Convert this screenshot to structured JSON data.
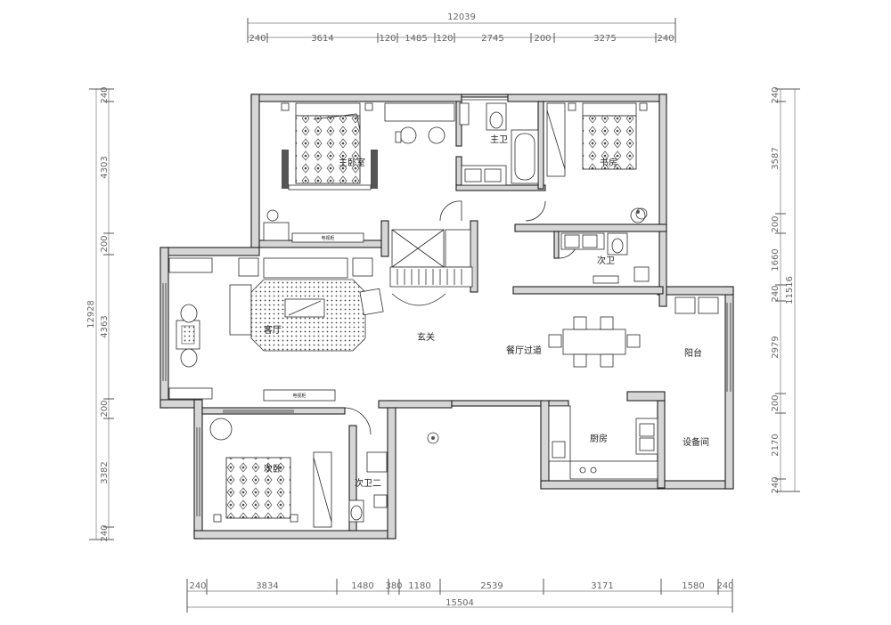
{
  "plan": {
    "overall_top": "12039",
    "overall_bottom": "15504",
    "overall_left": "12928",
    "overall_right": "11516",
    "top_dims": [
      "240",
      "3614",
      "120",
      "1485",
      "120",
      "2745",
      "200",
      "3275",
      "240"
    ],
    "bottom_dims": [
      "240",
      "3834",
      "1480",
      "380",
      "1180",
      "2539",
      "3171",
      "1580",
      "240"
    ],
    "left_dims": [
      "240",
      "4303",
      "200",
      "4363",
      "200",
      "3382",
      "240"
    ],
    "right_dims": [
      "240",
      "3587",
      "200",
      "1660",
      "240",
      "2979",
      "200",
      "2170",
      "240"
    ],
    "rooms": {
      "master_bedroom": "主卧室",
      "master_bath": "主卫",
      "study": "书房",
      "second_bath": "次卫",
      "living_room": "客厅",
      "foyer": "玄关",
      "dining_corridor": "餐厅过道",
      "balcony": "阳台",
      "kitchen": "厨房",
      "second_bedroom": "次卧",
      "second_bath_2": "次卫二",
      "utility_room": "设备间"
    },
    "labels": {
      "tv_cabinet_top": "电视柜",
      "tv_cabinet_bottom": "电视柜"
    }
  }
}
